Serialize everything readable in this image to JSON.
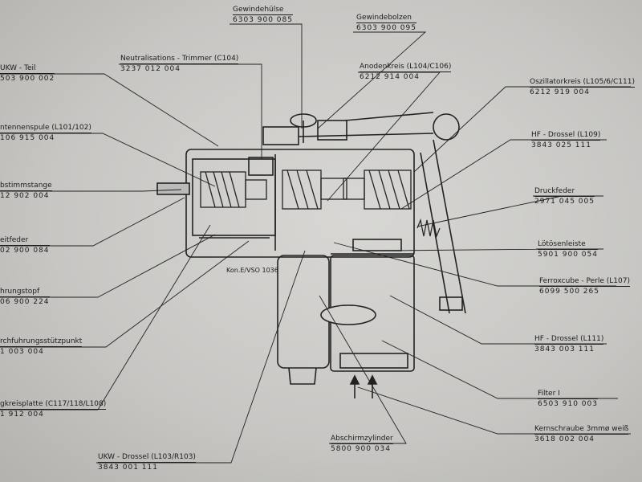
{
  "labels": {
    "gewindehuelse": {
      "name": "Gewindehülse",
      "num": "6303  900  085"
    },
    "gewindebolzen": {
      "name": "Gewindebolzen",
      "num": "6303  900  095"
    },
    "ukw_teil": {
      "name": "UKW - Teil",
      "num": "503  900  002"
    },
    "neutralisations_trimmer": {
      "name": "Neutralisations - Trimmer  (C104)",
      "num": "3237  012  004"
    },
    "anodenkreis": {
      "name": "Anodenkreis  (L104/C106)",
      "num": "6212  914  004"
    },
    "oszillatorkreis": {
      "name": "Oszillatorkreis (L105/6/C111)",
      "num": "6212  919  004"
    },
    "antennenspule": {
      "name": "ntennenspule (L101/102)",
      "num": "106  915  004"
    },
    "hf_drossel_109": {
      "name": "HF - Drossel  (L109)",
      "num": "3843  025  111"
    },
    "abstimmstange": {
      "name": "bstimmstange",
      "num": "12  902  004"
    },
    "druckfeder": {
      "name": "Druckfeder",
      "num": "2971  045  005"
    },
    "leitfeder": {
      "name": "eitfeder",
      "num": "02  900  084"
    },
    "loetoesenleiste": {
      "name": "Lötösenleiste",
      "num": "5901  900  054"
    },
    "fuehrungstopf": {
      "name": "hrungstopf",
      "num": "06  900  224"
    },
    "ferroxcube": {
      "name": "Ferroxcube - Perle (L107)",
      "num": "6099  500  265"
    },
    "durchfuehrung": {
      "name": "rchfuhrungsstützpunkt",
      "num": "1  003  004"
    },
    "hf_drossel_111": {
      "name": "HF - Drossel  (L111)",
      "num": "3843  003  111"
    },
    "filter": {
      "name": "Filter  I",
      "num": "6503  910  003"
    },
    "kreisplatte": {
      "name": "gkreisplatte (C117/118/L108)",
      "num": "1  912  004"
    },
    "kernschraube": {
      "name": "Kernschraube 3mmø weiß",
      "num": "3618  002  004"
    },
    "ukw_drossel": {
      "name": "UKW - Drossel  (L103/R103)",
      "num": "3843  001  111"
    },
    "abschirmzylinder": {
      "name": "Abschirmzylinder",
      "num": "5800  900  034"
    }
  },
  "stamp": "Kon.E/VSO 1036"
}
